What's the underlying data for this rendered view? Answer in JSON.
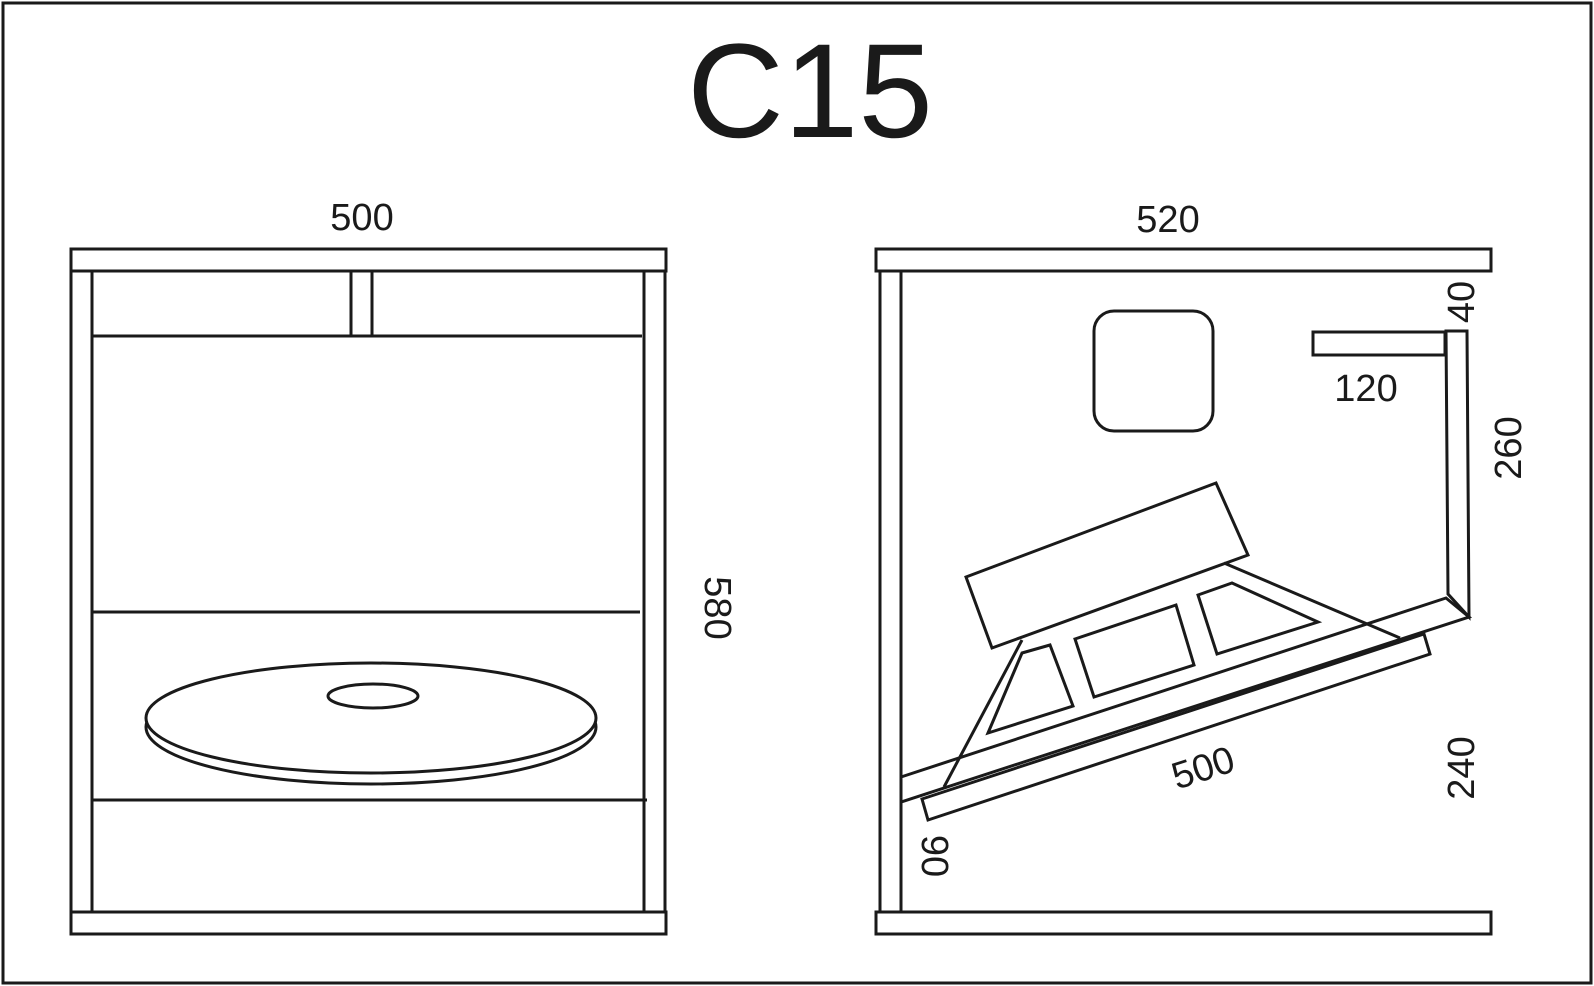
{
  "title": "C15",
  "front_view": {
    "dims": {
      "width": "500",
      "height": "580"
    }
  },
  "side_view": {
    "dims": {
      "width": "520",
      "port_length": "120",
      "port_width": "40",
      "port_back": "260",
      "baffle": "500",
      "rear_low": "240",
      "front_low": "90"
    }
  },
  "colors": {
    "stroke": "#1a1a1a",
    "background": "#ffffff"
  }
}
